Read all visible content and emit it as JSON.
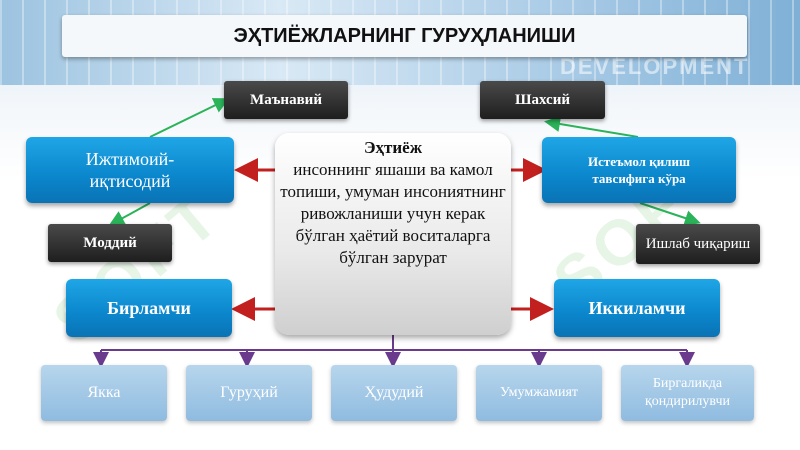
{
  "background_text": "DEVELOPMENT",
  "watermark": "SOFT",
  "title": "ЭҲТИЁЖЛАРНИНГ ГУРУҲЛАНИШИ",
  "center": {
    "lead": "Эҳтиёж",
    "body": "инсоннинг яшаши ва камол топиши, умуман инсониятнинг ривожланиши учун керак бўлган ҳаётий воситаларга бўлган зарурат"
  },
  "left": {
    "spiritual": "Маънавий",
    "socio_economic": "Ижтимоий-иқтисодий",
    "material": "Моддий",
    "primary": "Бирламчи"
  },
  "right": {
    "personal": "Шахсий",
    "consumption": "Истеъмол қилиш тавсифига кўра",
    "production": "Ишлаб чиқариш",
    "secondary": "Иккиламчи"
  },
  "bottom": [
    "Якка",
    "Гуруҳий",
    "Ҳудудий",
    "Умумжамият",
    "Биргаликда қондирилувчи"
  ],
  "colors": {
    "blue": "#0b86cc",
    "green": "#2bb35a",
    "red": "#c21f1f",
    "purple": "#6a3a8c"
  }
}
